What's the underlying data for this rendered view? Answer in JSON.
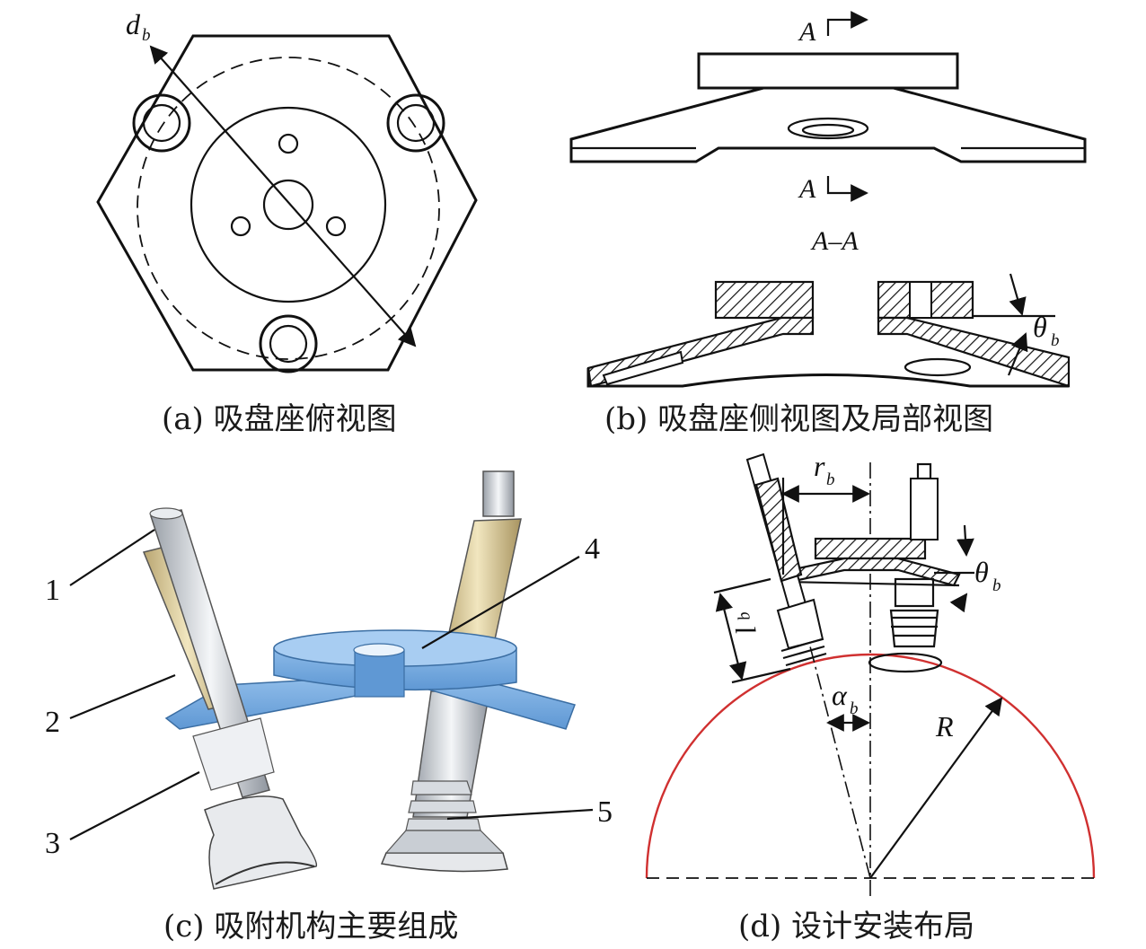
{
  "captions": {
    "a": "(a) 吸盘座俯视图",
    "b": "(b) 吸盘座侧视图及局部视图",
    "c": "(c) 吸附机构主要组成",
    "d": "(d) 设计安装布局"
  },
  "panel_a": {
    "dim_label": "d",
    "dim_sub": "b"
  },
  "panel_b": {
    "section_mark": "A",
    "section_title": "A–A",
    "angle_label": "θ",
    "angle_sub": "b"
  },
  "panel_c": {
    "callouts": [
      "1",
      "2",
      "3",
      "4",
      "5"
    ]
  },
  "panel_d": {
    "r_label": "r",
    "r_sub": "b",
    "theta_label": "θ",
    "theta_sub": "b",
    "l_label": "l",
    "l_sub": "b",
    "alpha_label": "α",
    "alpha_sub": "b",
    "radius_label": "R"
  },
  "colors": {
    "line": "#111111",
    "seat_blue": "#7fb2e5",
    "cylinder_tan": "#d8c79a",
    "sphere_red": "#d03030"
  }
}
